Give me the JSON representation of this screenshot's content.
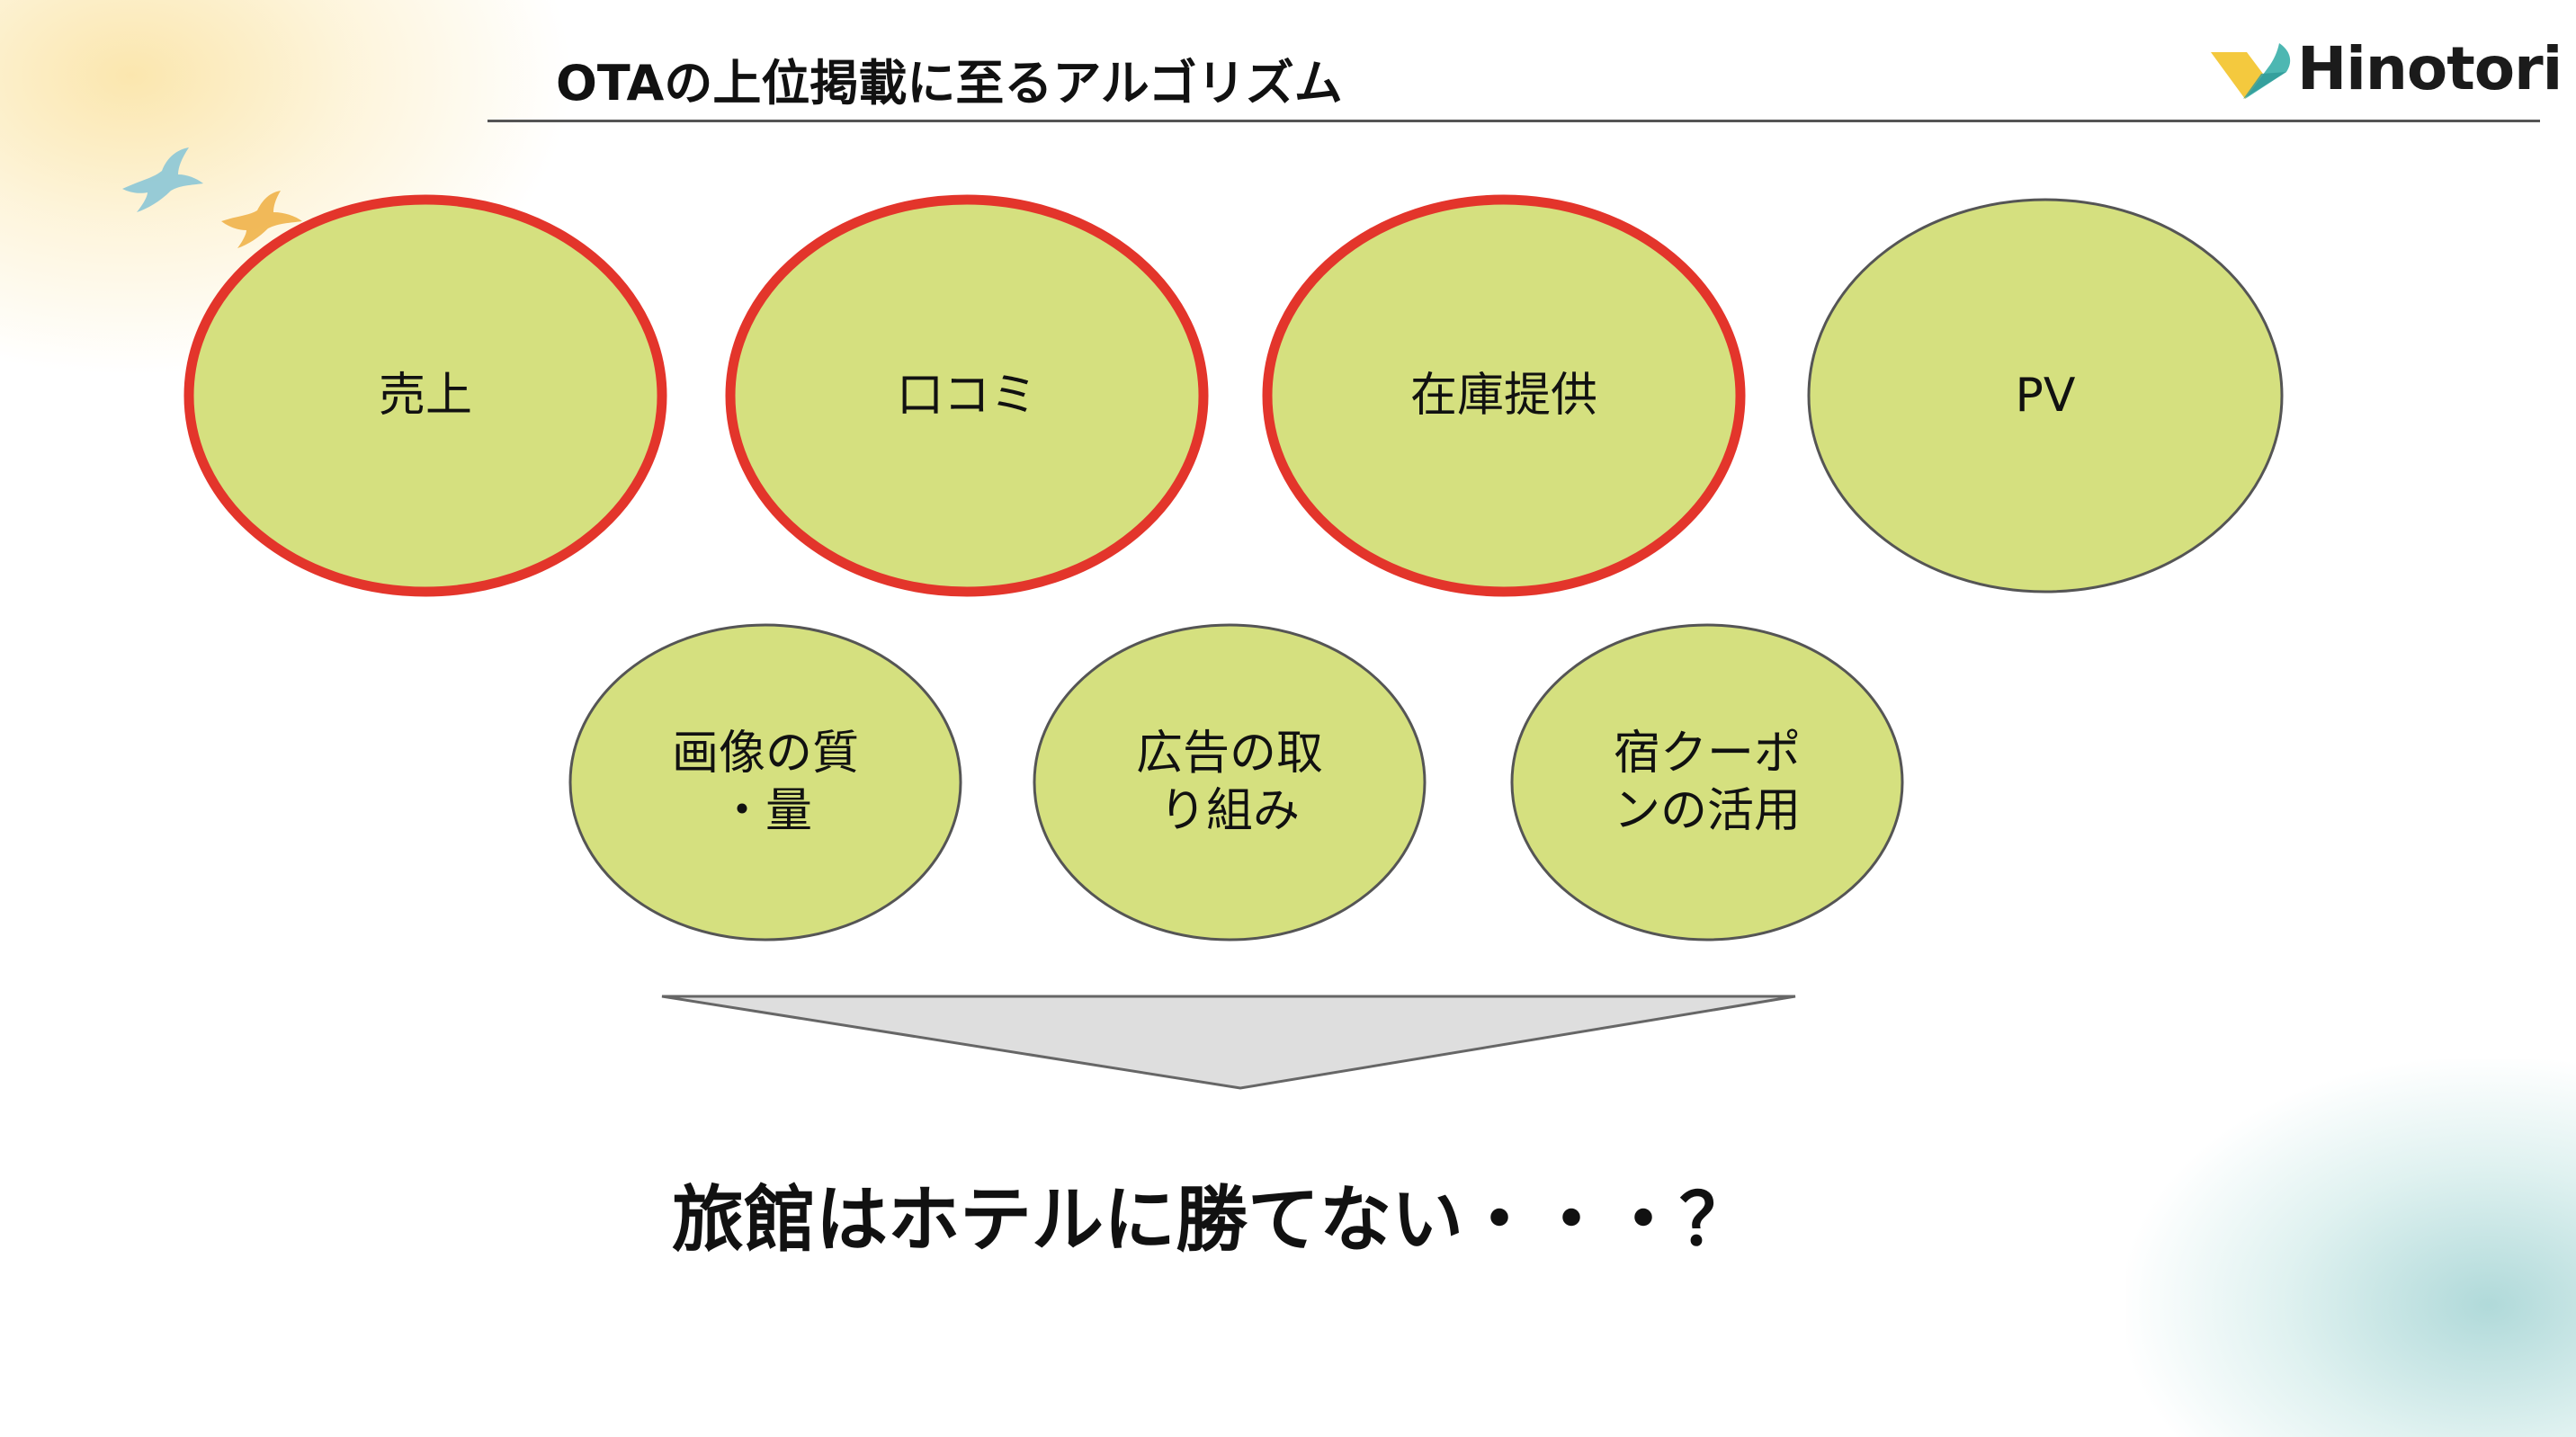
{
  "slide": {
    "title": "OTAの上位掲載に至るアルゴリズム",
    "logo_text": "Hinotori",
    "conclusion": "旅館はホテルに勝てない・・・？"
  },
  "colors": {
    "bubble_fill": "#d5e07f",
    "highlight_outline": "#e3352b",
    "normal_outline": "#555555",
    "arrow_fill": "#dedede",
    "logo_yellow": "#f4c93e",
    "logo_teal": "#4db7b2"
  },
  "factors_top": [
    {
      "label": "売上",
      "highlighted": true
    },
    {
      "label": "口コミ",
      "highlighted": true
    },
    {
      "label": "在庫提供",
      "highlighted": true
    },
    {
      "label": "PV",
      "highlighted": false
    }
  ],
  "factors_bottom": [
    {
      "label": "画像の質\n・量",
      "highlighted": false
    },
    {
      "label": "広告の取\nり組み",
      "highlighted": false
    },
    {
      "label": "宿クーポ\nンの活用",
      "highlighted": false
    }
  ],
  "decorations": [
    "bird-icon",
    "bird-icon"
  ],
  "arrow": {
    "direction": "down",
    "icon": "funnel-arrow-icon"
  }
}
